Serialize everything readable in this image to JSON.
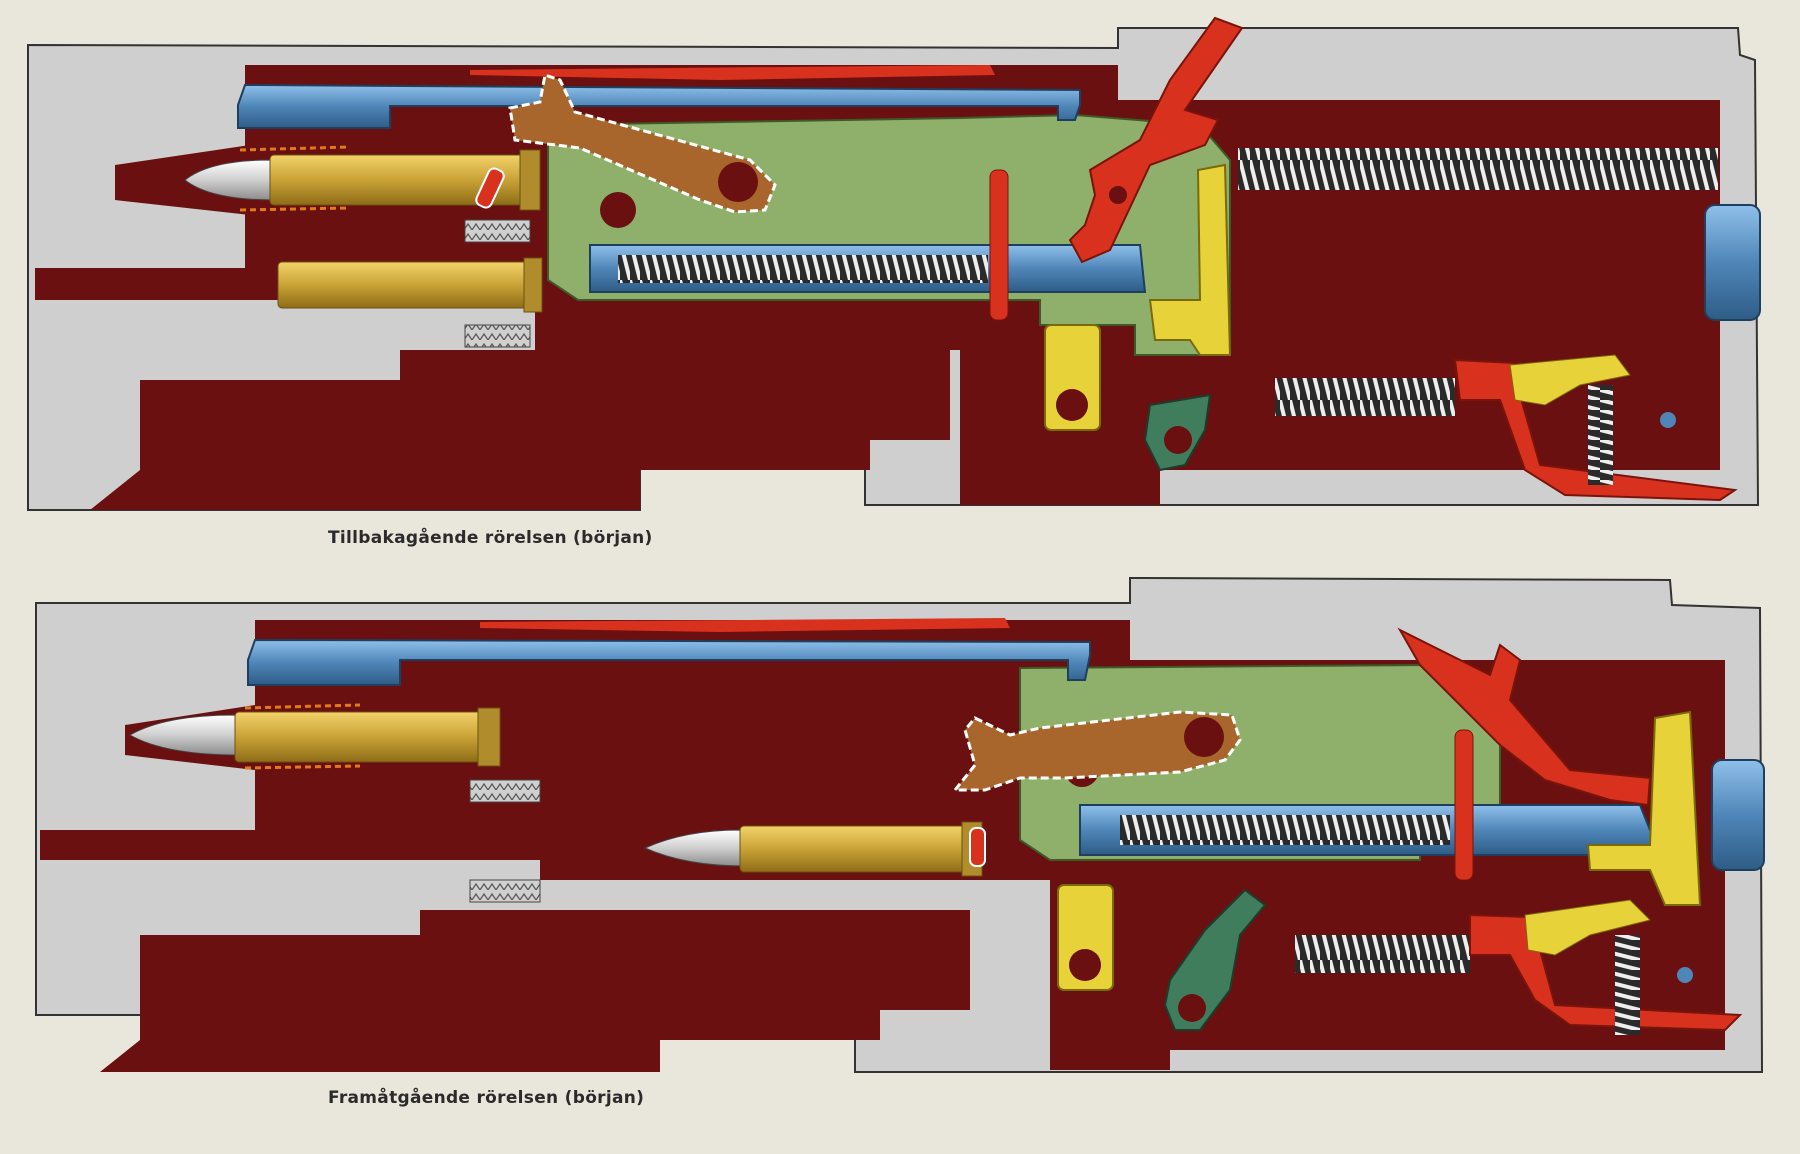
{
  "captions": {
    "top": "Tillbakagående rörelsen (början)",
    "bottom": "Framåtgående rörelsen (början)"
  },
  "colors": {
    "background": "#e9e6dc",
    "receiver_gray": "#cfcfcf",
    "dark_red": "#6a1010",
    "bolt_green": "#8fb06a",
    "blue_parts": "#6ea6d6",
    "red_parts": "#d8321f",
    "yellow_parts": "#e8d23a",
    "brass": "#c9a236",
    "bullet_silver": "#d8d8d8",
    "brown_lever": "#a8652c",
    "teal_parts": "#3f7d5c"
  },
  "panels": [
    {
      "id": "top",
      "state": "recoil-start"
    },
    {
      "id": "bottom",
      "state": "counter-recoil-start"
    }
  ]
}
